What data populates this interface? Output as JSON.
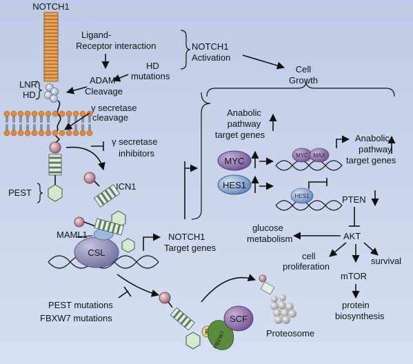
{
  "labels": {
    "notch1": "NOTCH1",
    "ligand_1": "Ligand-",
    "ligand_2": "Receptor interaction",
    "hd_mut_1": "HD",
    "hd_mut_2": "mutations",
    "adam_1": "ADAM",
    "adam_2": "Cleavage",
    "lnr": "LNR",
    "hd": "HD",
    "gamma_1": "γ secretase",
    "gamma_2": "cleavage",
    "activation_1": "NOTCH1",
    "activation_2": "Activation",
    "cell_growth_1": "Cell",
    "cell_growth_2": "Growth",
    "anabolic_top_1": "Anabolic",
    "anabolic_top_2": "pathway",
    "anabolic_top_3": "target genes",
    "gsi_1": "γ secretase",
    "gsi_2": "inhibitors",
    "myc": "MYC",
    "hes1": "HES1",
    "myc_small": "MYC",
    "max_small": "MAX",
    "hes1_small": "HES1",
    "anabolic_right_1": "Anabolic",
    "anabolic_right_2": "pathway",
    "anabolic_right_3": "target genes",
    "pest": "PEST",
    "icn1": "ICN1",
    "pten": "PTEN",
    "maml1": "MAML1",
    "csl": "CSL",
    "notch_targets_1": "NOTCH1",
    "notch_targets_2": "Target genes",
    "glucose_1": "glucose",
    "glucose_2": "metabolism",
    "akt": "AKT",
    "prolif_1": "cell",
    "prolif_2": "proliferation",
    "survival": "survival",
    "mtor": "mTOR",
    "protein_1": "protein",
    "protein_2": "biosynthesis",
    "pest_mut_1": "PEST mutations",
    "pest_mut_2": "FBXW7 mutations",
    "p": "P",
    "fbxw7": "FBXW7",
    "scf": "SCF",
    "proteosome": "Proteosome"
  },
  "colors": {
    "background": "#c9d4ec",
    "receptor_orange": "#e8a55a",
    "membrane": "#e08a3e",
    "mauve": "#b98a96",
    "stripe_green": "#5f7a63",
    "pest_green": "#d4ead0",
    "myc_purple": "#8a6aa8",
    "hes1_blue": "#7f9fcf",
    "csl_gray": "#8a88b2",
    "maml_blue": "#9fb8e0",
    "scf_purple": "#8a6aa8",
    "fbxw7_green": "#5c8a3c",
    "phospho_yellow": "#f2d18a"
  }
}
